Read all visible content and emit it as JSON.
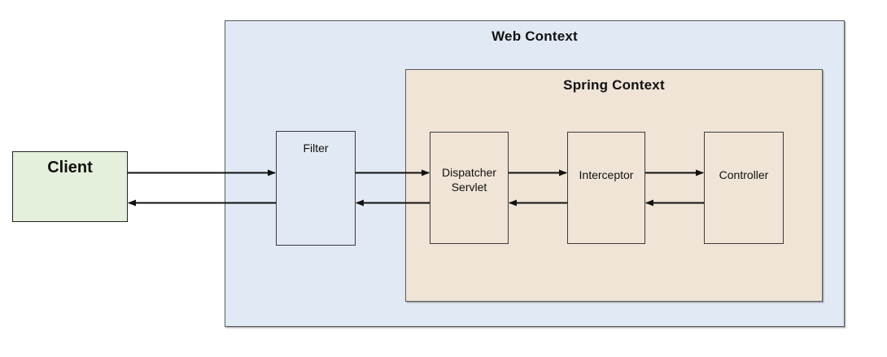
{
  "diagram": {
    "client": {
      "label": "Client"
    },
    "web_context": {
      "title": "Web Context"
    },
    "spring_context": {
      "title": "Spring Context"
    },
    "boxes": {
      "filter": {
        "label": "Filter"
      },
      "dispatcher_servlet": {
        "label": "Dispatcher Servlet"
      },
      "interceptor": {
        "label": "Interceptor"
      },
      "controller": {
        "label": "Controller"
      }
    },
    "arrows": [
      {
        "from": "Client",
        "to": "Filter",
        "direction": "right"
      },
      {
        "from": "Filter",
        "to": "Dispatcher Servlet",
        "direction": "right"
      },
      {
        "from": "Dispatcher Servlet",
        "to": "Interceptor",
        "direction": "right"
      },
      {
        "from": "Interceptor",
        "to": "Controller",
        "direction": "right"
      },
      {
        "from": "Controller",
        "to": "Interceptor",
        "direction": "left"
      },
      {
        "from": "Interceptor",
        "to": "Dispatcher Servlet",
        "direction": "left"
      },
      {
        "from": "Dispatcher Servlet",
        "to": "Filter",
        "direction": "left"
      },
      {
        "from": "Filter",
        "to": "Client",
        "direction": "left"
      }
    ]
  },
  "colors": {
    "client_fill": "#e4efdc",
    "web_context_fill": "#e1e9f4",
    "spring_context_fill": "#f0e4d7",
    "box_border": "#3a3a3a",
    "arrow": "#111111"
  }
}
